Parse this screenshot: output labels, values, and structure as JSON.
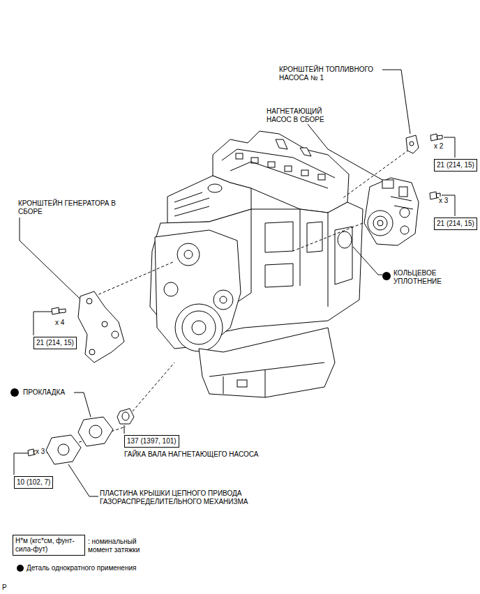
{
  "diagram": {
    "nodes": [
      {
        "text": [
          "21 (214, 15)"
        ]
      },
      {
        "text": [
          "21 (214, 15)"
        ]
      },
      {
        "text": [
          "21 (214, 15)"
        ]
      },
      {
        "text": [
          "137 (1397, 101)"
        ]
      },
      {
        "text": [
          "10 (102, 7)"
        ]
      },
      {
        "text": [
          "Н*м (кгс*см, фунт-сила-фут)"
        ]
      }
    ],
    "edges": [],
    "labels": [
      "КРОНШТЕЙН ТОПЛИВНОГО НАСОСА № 1",
      "НАГНЕТАЮЩИЙ НАСОС В СБОРЕ",
      "x 2",
      "x 3",
      "КОЛЬЦЕВОЕ УПЛОТНЕНИЕ",
      "КРОНШТЕЙН ГЕНЕРАТОРА В СБОРЕ",
      "x 4",
      "ПРОКЛАДКА",
      "x 3",
      "ГАЙКА ВАЛА НАГНЕТАЮЩЕГО НАСОСА",
      "ПЛАСТИНА КРЫШКИ ЦЕПНОГО ПРИВОДА ГАЗОРАСПРЕДЕЛИТЕЛЬНОГО МЕХАНИЗМА",
      "P"
    ],
    "legend": [
      {
        "text": ": номинальный момент затяжки"
      },
      {
        "text": "Деталь однократного применения"
      }
    ]
  }
}
